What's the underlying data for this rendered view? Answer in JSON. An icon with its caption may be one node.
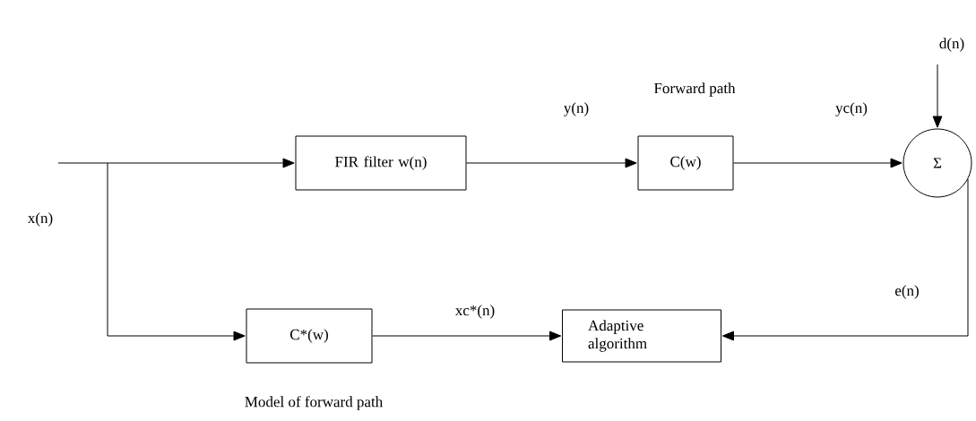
{
  "diagram": {
    "nodes": [
      {
        "text": [
          "FIR filter w(n)"
        ]
      },
      {
        "text": [
          "C(w)"
        ]
      },
      {
        "text": [
          "Σ"
        ]
      },
      {
        "text": [
          "C*(w)"
        ]
      },
      {
        "text": [
          "Adaptive algorithm"
        ]
      }
    ],
    "edges": [
      {
        "from": null,
        "to": 0,
        "arrow": "to"
      },
      {
        "from": null,
        "to": 3,
        "arrow": "to"
      },
      {
        "from": 0,
        "to": 1,
        "arrow": "to",
        "label": "y(n)"
      },
      {
        "from": 1,
        "to": 2,
        "arrow": "to",
        "label": "yc(n)"
      },
      {
        "from": null,
        "to": 2,
        "arrow": "to",
        "label": "d(n)"
      },
      {
        "from": 2,
        "to": 4,
        "arrow": "to",
        "label": "e(n)"
      },
      {
        "from": 3,
        "to": 4,
        "arrow": "to",
        "label": "xc*(n)"
      }
    ],
    "labels": [
      "x(n)",
      "Forward path",
      "Model of forward path"
    ]
  }
}
